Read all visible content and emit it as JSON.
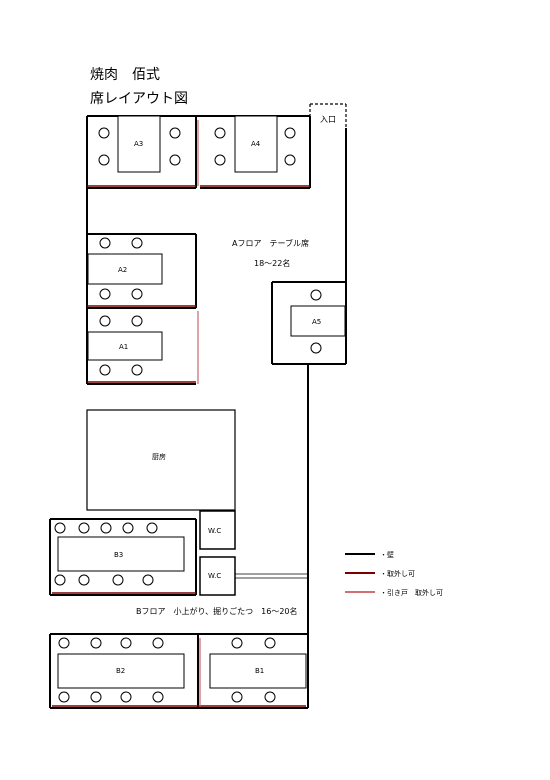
{
  "title": {
    "line1": "焼肉　佰式",
    "line2": "席レイアウト図"
  },
  "labels": {
    "entrance": "入口",
    "a_floor": "Aフロア　テーブル席",
    "a_capacity": "18～22名",
    "kitchen": "厨房",
    "wc_upper": "W.C",
    "wc_lower": "W.C",
    "b_floor": "Bフロア　小上がり、掘りごたつ　16～20名",
    "table_a1": "A1",
    "table_a2": "A2",
    "table_a3": "A3",
    "table_a4": "A4",
    "table_a5": "A5",
    "table_b1": "B1",
    "table_b2": "B2",
    "table_b3": "B3"
  },
  "legend": {
    "items": [
      {
        "label": "・壁",
        "color": "#000000"
      },
      {
        "label": "・取外し可",
        "color": "#7a0000"
      },
      {
        "label": "・引き戸　取外し可",
        "color": "#d07070"
      }
    ]
  }
}
